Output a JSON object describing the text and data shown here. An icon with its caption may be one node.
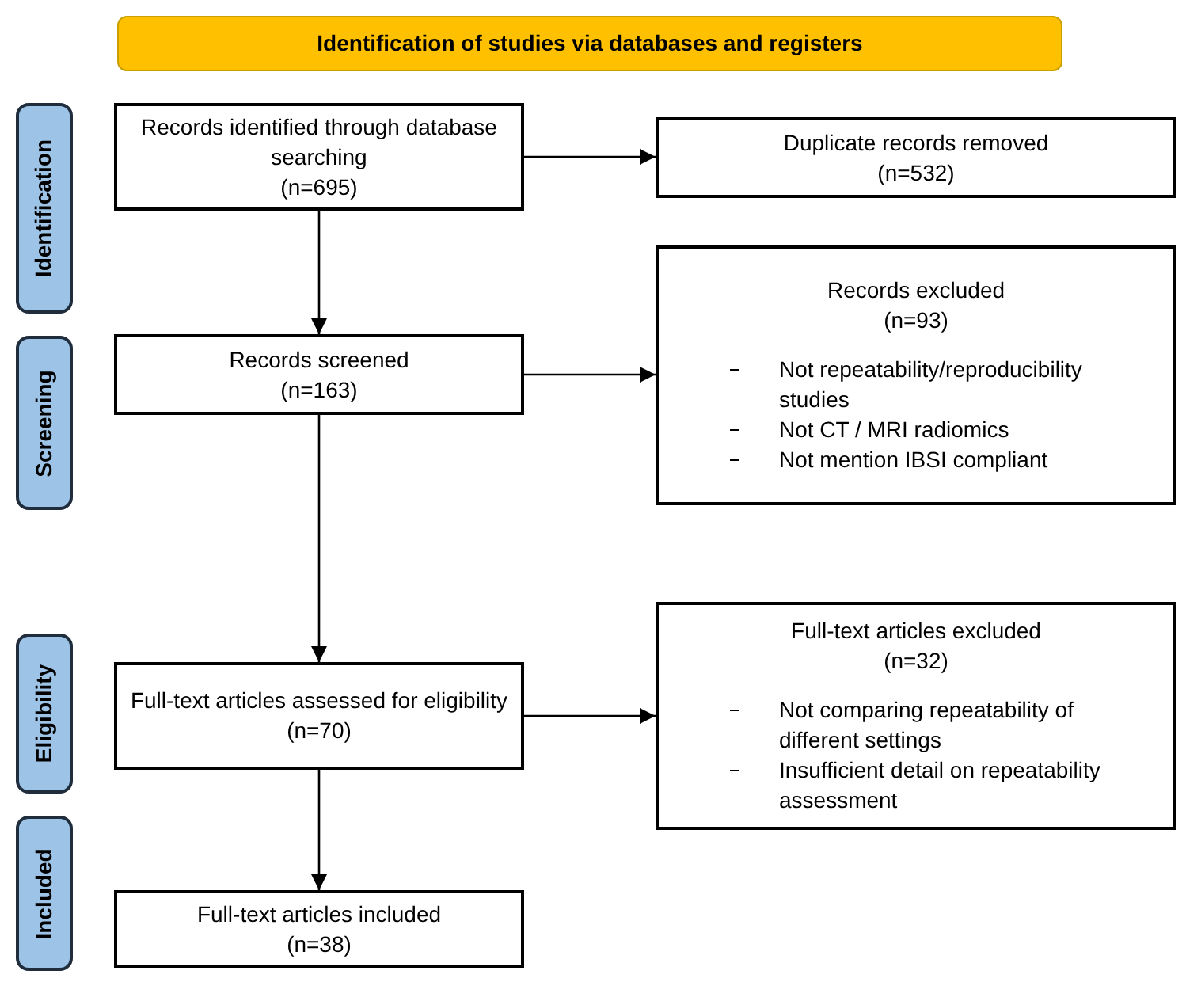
{
  "diagram": {
    "nodes": [
      {
        "text": [
          "Identification of studies via databases and registers"
        ]
      },
      {
        "text": [
          "Identification"
        ]
      },
      {
        "text": [
          "Records identified through database searching",
          "(n=695)"
        ]
      },
      {
        "text": [
          "Duplicate records removed",
          "(n=532)"
        ]
      },
      {
        "text": [
          "Screening"
        ]
      },
      {
        "text": [
          "Records screened",
          "(n=163)"
        ]
      },
      {
        "text": [
          "Records excluded",
          "(n=93)",
          "Not repeatability/reproducibility studies",
          "Not CT / MRI radiomics",
          "Not mention IBSI compliant"
        ]
      },
      {
        "text": [
          "Eligibility"
        ]
      },
      {
        "text": [
          "Full-text articles assessed for eligibility",
          "(n=70)"
        ]
      },
      {
        "text": [
          "Full-text articles excluded",
          "(n=32)",
          "Not comparing repeatability of different settings",
          "Insufficient detail on repeatability assessment"
        ]
      },
      {
        "text": [
          "Included"
        ]
      },
      {
        "text": [
          "Full-text articles included",
          "(n=38)"
        ]
      }
    ],
    "edges": [
      {
        "from": 2,
        "to": 3,
        "arrow": "to"
      },
      {
        "from": 2,
        "to": 5,
        "arrow": "to"
      },
      {
        "from": 5,
        "to": 6,
        "arrow": "to"
      },
      {
        "from": 5,
        "to": 8,
        "arrow": "to"
      },
      {
        "from": 8,
        "to": 9,
        "arrow": "to"
      },
      {
        "from": 8,
        "to": 11,
        "arrow": "to"
      }
    ]
  }
}
